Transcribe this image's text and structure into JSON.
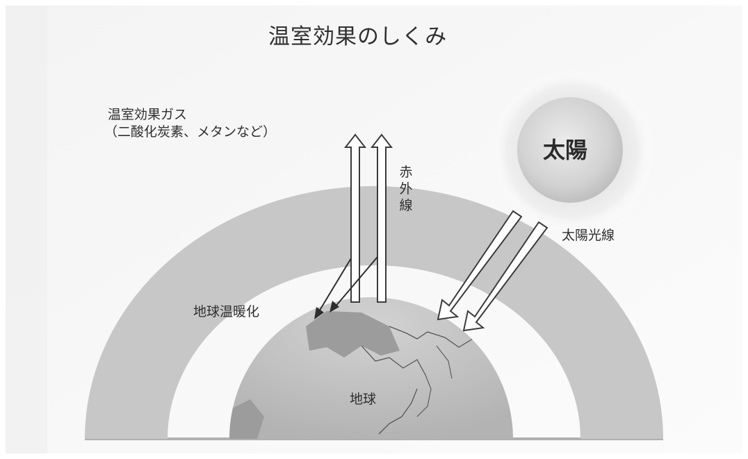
{
  "title": "温室効果のしくみ",
  "labels": {
    "greenhouse_gas_line1": "温室効果ガス",
    "greenhouse_gas_line2": "（二酸化炭素、メタンなど）",
    "infrared": "赤外線",
    "sun": "太陽",
    "sunlight": "太陽光線",
    "global_warming": "地球温暖化",
    "earth": "地球"
  },
  "colors": {
    "background": "#ffffff",
    "atmosphere_band": "#c7c7c7",
    "earth": "#c2c2c2",
    "sun": "#d6d6d6",
    "arrow_fill": "#ffffff",
    "arrow_stroke": "#3a3a3a",
    "text": "#2e2e2e"
  }
}
